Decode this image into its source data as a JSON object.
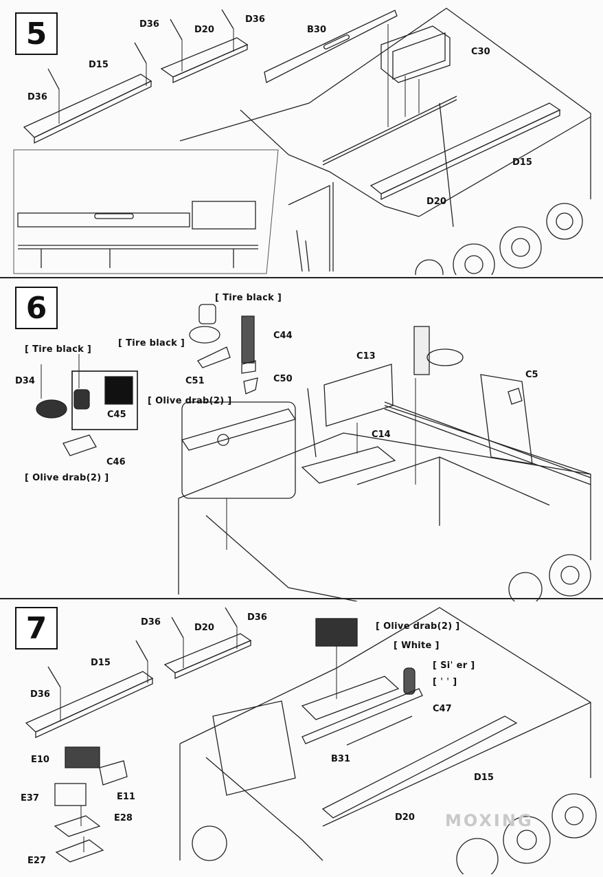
{
  "steps": [
    {
      "number": "5",
      "parts": [
        "D36",
        "D20",
        "D36",
        "B30",
        "D15",
        "D36",
        "C30",
        "D15",
        "D20"
      ]
    },
    {
      "number": "6",
      "paints": [
        "[ Tire black ]",
        "[ Tire black ]",
        "[ Tire black ]",
        "[ Olive drab(2) ]",
        "[ Olive drab(2) ]"
      ],
      "parts": [
        "C44",
        "D34",
        "C51",
        "C50",
        "C45",
        "C46",
        "C13",
        "C5",
        "C14"
      ]
    },
    {
      "number": "7",
      "paints": [
        "[ Olive drab(2) ]",
        "[ White ]",
        "[ Siˈ er ]",
        "[ ˈ ˈ ]"
      ],
      "parts": [
        "D36",
        "D20",
        "D36",
        "D15",
        "D36",
        "C47",
        "E10",
        "B31",
        "E11",
        "D15",
        "E37",
        "E28",
        "D20",
        "E27"
      ]
    }
  ],
  "watermark": "MOXING"
}
